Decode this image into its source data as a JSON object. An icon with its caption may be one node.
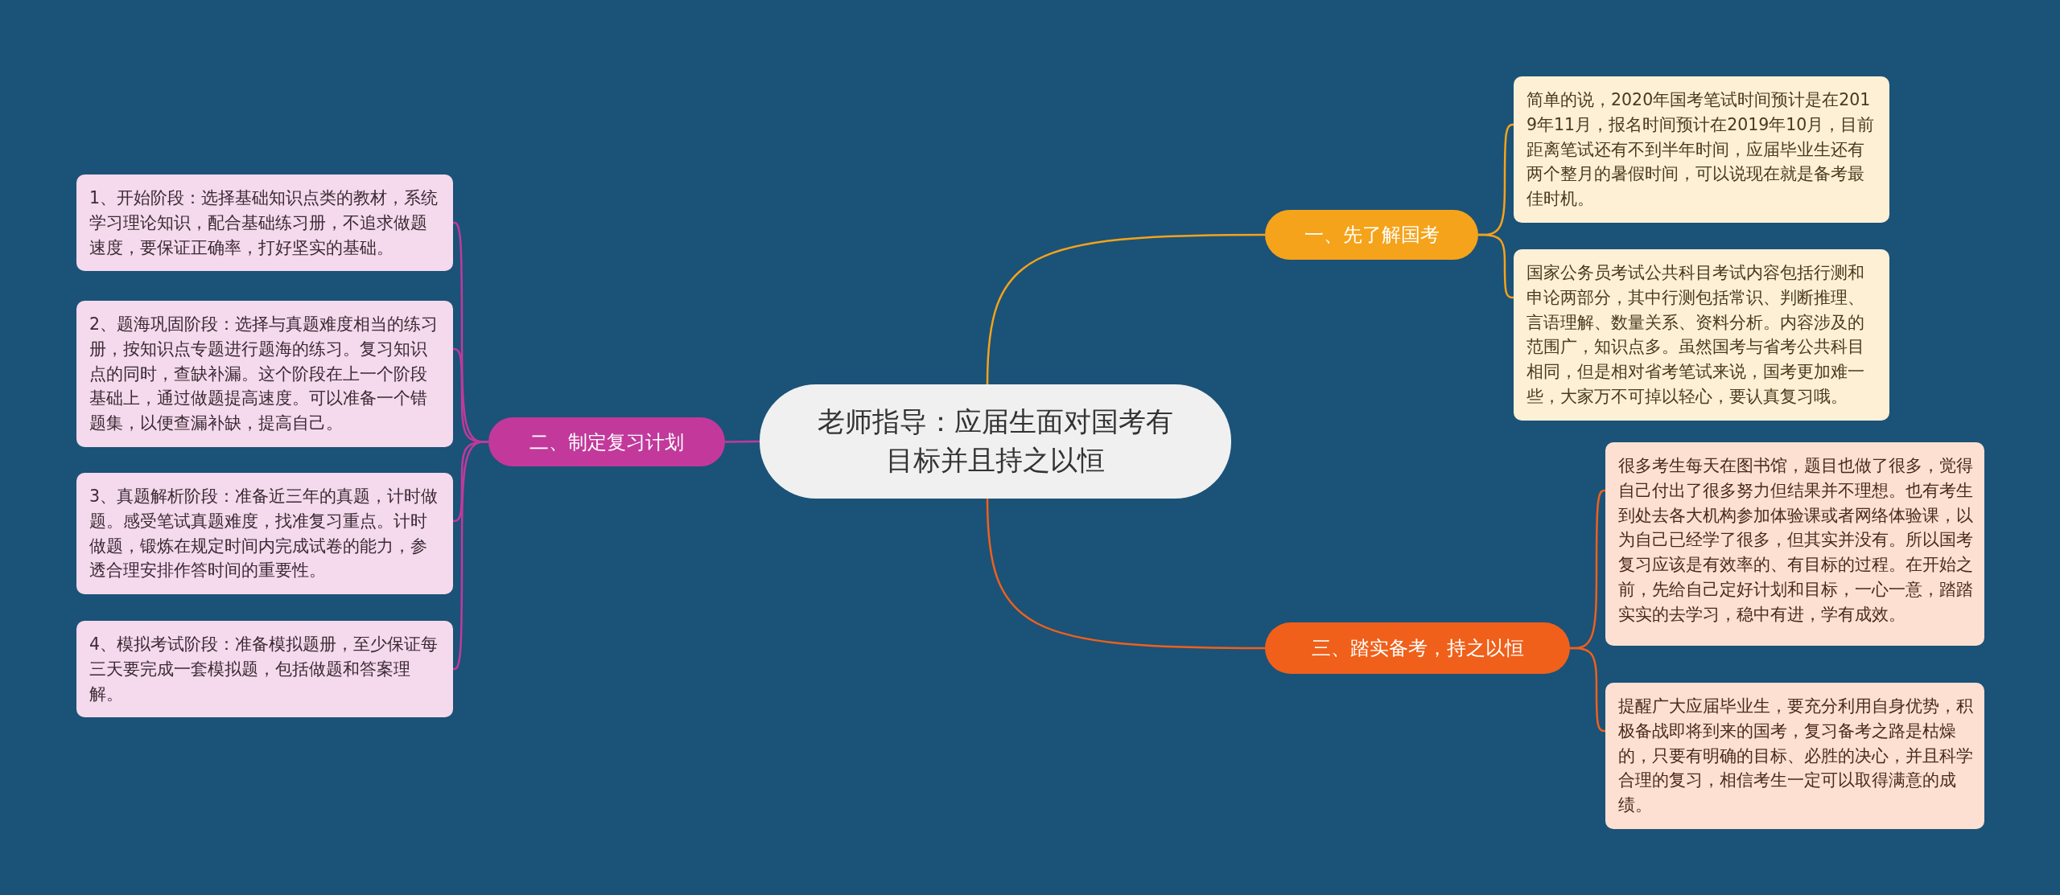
{
  "diagram": {
    "nodes": [
      {
        "text": [
          "老师指导：应届生面对国考有目标并且持之以恒"
        ]
      },
      {
        "text": [
          "一、先了解国考"
        ]
      },
      {
        "text": [
          "简单的说，2020年国考笔试时间预计是在2019年11月，报名时间预计在2019年10月，目前距离笔试还有不到半年时间，应届毕业生还有两个整月的暑假时间，可以说现在就是备考最佳时机。"
        ]
      },
      {
        "text": [
          "国家公务员考试公共科目考试内容包括行测和申论两部分，其中行测包括常识、判断推理、言语理解、数量关系、资料分析。内容涉及的范围广，知识点多。虽然国考与省考公共科目相同，但是相对省考笔试来说，国考更加难一些，大家万不可掉以轻心，要认真复习哦。"
        ]
      },
      {
        "text": [
          "二、制定复习计划"
        ]
      },
      {
        "text": [
          "1、开始阶段：选择基础知识点类的教材，系统学习理论知识，配合基础练习册，不追求做题速度，要保证正确率，打好坚实的基础。"
        ]
      },
      {
        "text": [
          "2、题海巩固阶段：选择与真题难度相当的练习册，按知识点专题进行题海的练习。复习知识点的同时，查缺补漏。这个阶段在上一个阶段基础上，通过做题提高速度。可以准备一个错题集，以便查漏补缺，提高自己。"
        ]
      },
      {
        "text": [
          "3、真题解析阶段：准备近三年的真题，计时做题。感受笔试真题难度，找准复习重点。计时做题，锻炼在规定时间内完成试卷的能力，参透合理安排作答时间的重要性。"
        ]
      },
      {
        "text": [
          "4、模拟考试阶段：准备模拟题册，至少保证每三天要完成一套模拟题，包括做题和答案理解。"
        ]
      },
      {
        "text": [
          "三、踏实备考，持之以恒"
        ]
      },
      {
        "text": [
          "很多考生每天在图书馆，题目也做了很多，觉得自己付出了很多努力但结果并不理想。也有考生到处去各大机构参加体验课或者网络体验课，以为自己已经学了很多，但其实并没有。所以国考复习应该是有效率的、有目标的过程。在开始之前，先给自己定好计划和目标，一心一意，踏踏实实的去学习，稳中有进，学有成效。"
        ]
      },
      {
        "text": [
          "提醒广大应届毕业生，要充分利用自身优势，积极备战即将到来的国考，复习备考之路是枯燥的，只要有明确的目标、必胜的决心，并且科学合理的复习，相信考生一定可以取得满意的成绩。"
        ]
      }
    ],
    "edges": [
      {
        "from": 0,
        "to": 1,
        "arrow": "none",
        "color": "#f5a31a"
      },
      {
        "from": 1,
        "to": 2,
        "arrow": "none",
        "color": "#f5a31a"
      },
      {
        "from": 1,
        "to": 3,
        "arrow": "none",
        "color": "#f5a31a"
      },
      {
        "from": 0,
        "to": 4,
        "arrow": "none",
        "color": "#c2399b"
      },
      {
        "from": 4,
        "to": 5,
        "arrow": "none",
        "color": "#c2399b"
      },
      {
        "from": 4,
        "to": 6,
        "arrow": "none",
        "color": "#c2399b"
      },
      {
        "from": 4,
        "to": 7,
        "arrow": "none",
        "color": "#c2399b"
      },
      {
        "from": 4,
        "to": 8,
        "arrow": "none",
        "color": "#c2399b"
      },
      {
        "from": 0,
        "to": 9,
        "arrow": "none",
        "color": "#f0601a"
      },
      {
        "from": 9,
        "to": 10,
        "arrow": "none",
        "color": "#f0601a"
      },
      {
        "from": 9,
        "to": 11,
        "arrow": "none",
        "color": "#f0601a"
      }
    ]
  }
}
